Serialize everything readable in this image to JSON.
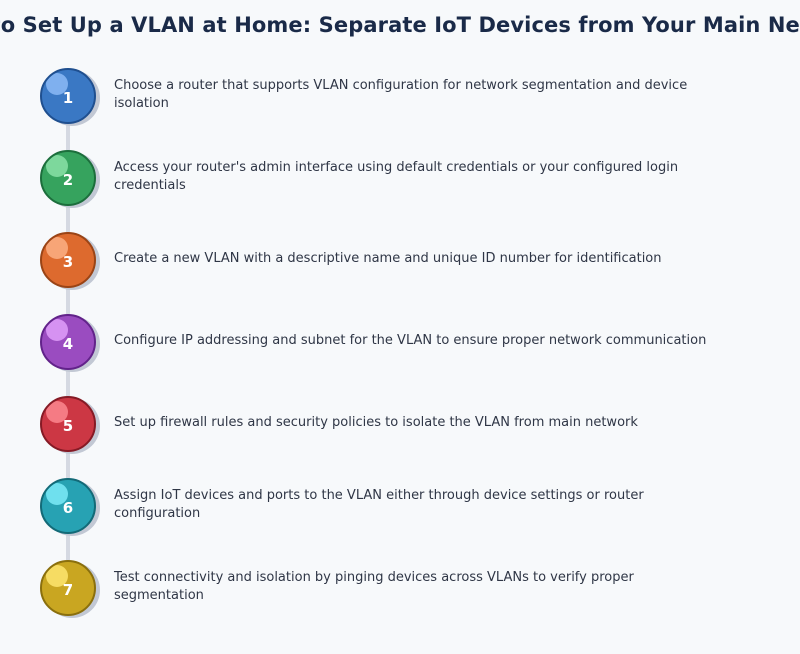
{
  "title": "How to Set Up a VLAN at Home: Separate IoT Devices from Your Main Network",
  "steps": [
    {
      "number": "1",
      "text": "Choose a router that supports VLAN configuration for network segmentation and device isolation",
      "color": "#3a78c4",
      "border": "#1f4f8f",
      "highlight": "#7fb0ef"
    },
    {
      "number": "2",
      "text": "Access your router's admin interface using default credentials or your configured login credentials",
      "color": "#36a35e",
      "border": "#1c6e3c",
      "highlight": "#7dd89c"
    },
    {
      "number": "3",
      "text": "Create a new VLAN with a descriptive name and unique ID number for identification",
      "color": "#dd6a2e",
      "border": "#9a4416",
      "highlight": "#f7a577"
    },
    {
      "number": "4",
      "text": "Configure IP addressing and subnet for the VLAN to ensure proper network communication",
      "color": "#9a4cc0",
      "border": "#62238a",
      "highlight": "#d692f2"
    },
    {
      "number": "5",
      "text": "Set up firewall rules and security policies to isolate the VLAN from main network",
      "color": "#cc3744",
      "border": "#851a25",
      "highlight": "#f57b84"
    },
    {
      "number": "6",
      "text": "Assign IoT devices and ports to the VLAN either through device settings or router configuration",
      "color": "#27a2b3",
      "border": "#136a77",
      "highlight": "#6fe0ee"
    },
    {
      "number": "7",
      "text": "Test connectivity and isolation by pinging devices across VLANs to verify proper segmentation",
      "color": "#c9a621",
      "border": "#8a6f0d",
      "highlight": "#f6dc63"
    }
  ]
}
